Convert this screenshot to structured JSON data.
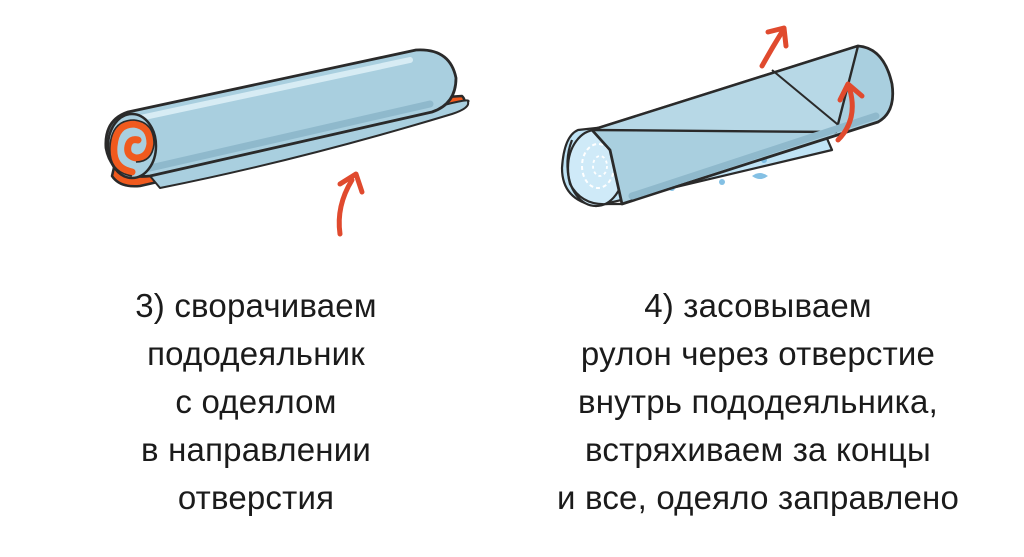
{
  "steps": [
    {
      "caption_lines": [
        "3) сворачиваем",
        "пододеяльник",
        "с одеялом",
        "в направлении",
        "отверстия"
      ]
    },
    {
      "caption_lines": [
        "4) засовываем",
        "рулон через отверстие",
        "внутрь пододеяльника,",
        "встряхиваем за концы",
        "и все, одеяло заправлено"
      ]
    }
  ],
  "colors": {
    "cover_blue": "#a9cfdf",
    "cover_shadow": "#8fb9cc",
    "blanket_orange": "#f05a1e",
    "arrow_red": "#e04a2e",
    "outline": "#2a2a2a",
    "pattern_blue": "#6fb6e0"
  },
  "icons": {
    "step3": "rolled-duvet-icon",
    "step4": "duvet-roll-inserted-icon",
    "arrow": "curved-arrow-icon"
  }
}
